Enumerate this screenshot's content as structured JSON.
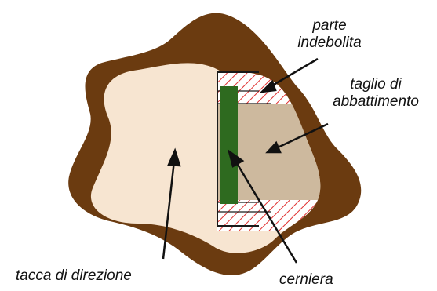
{
  "labels": {
    "weakened_part_line1": "parte",
    "weakened_part_line2": "indebolita",
    "felling_cut_line1": "taglio di",
    "felling_cut_line2": "abbattimento",
    "direction_notch": "tacca di direzione",
    "hinge": "cerniera"
  },
  "colors": {
    "bark": "#6b3b10",
    "wood": "#f7e5d1",
    "felling_cut_zone": "#cdb99e",
    "hinge": "#2e6a1f",
    "weakened_hatch": "#e03030",
    "outline": "#1a1a1a"
  }
}
